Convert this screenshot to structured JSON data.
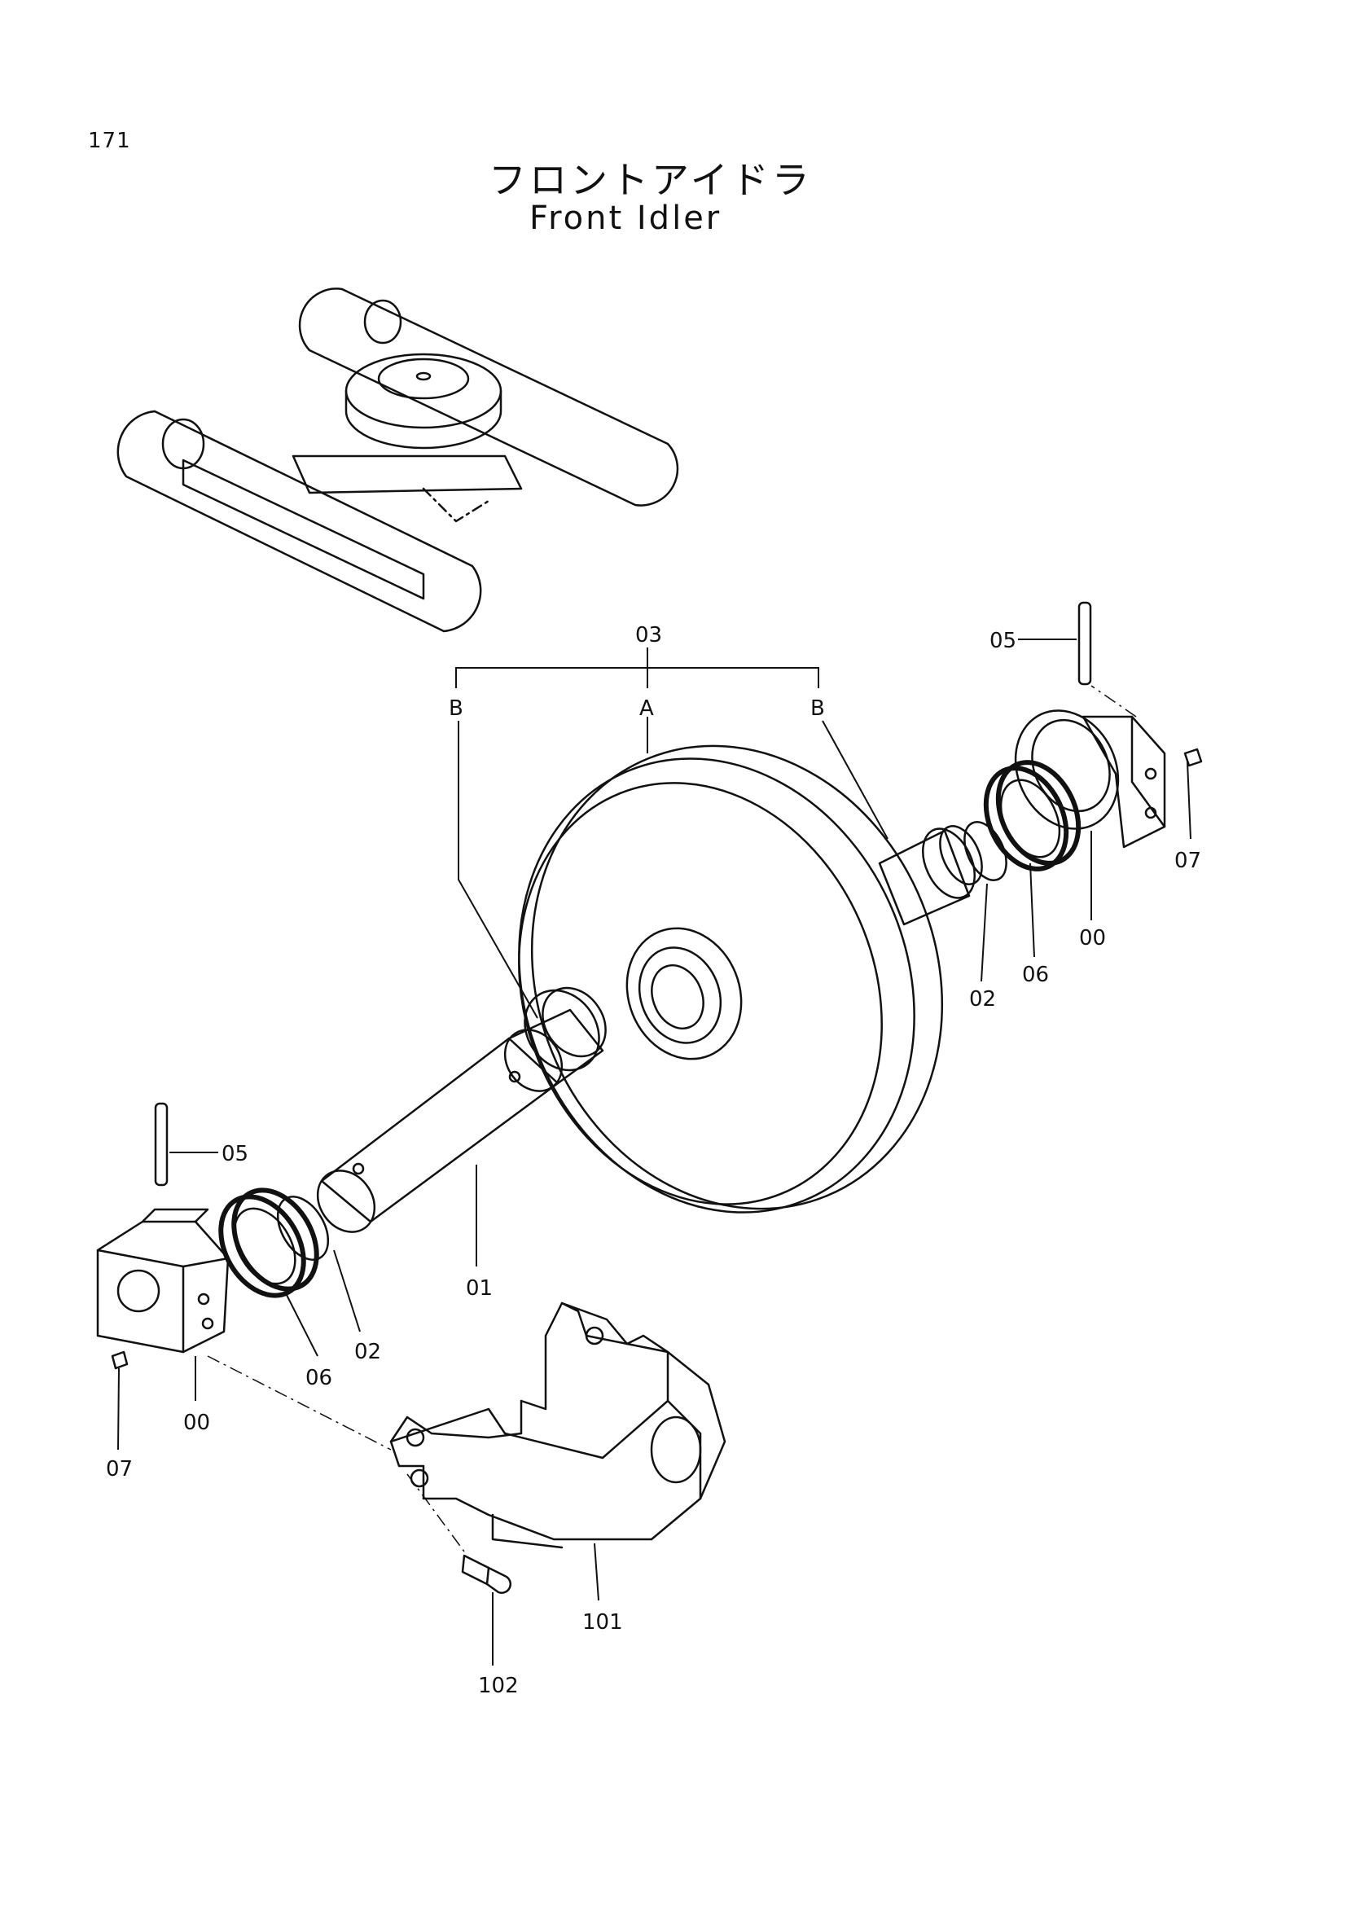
{
  "page": {
    "number": "171",
    "title_jp": "フロントアイドラ",
    "title_en": "Front Idler"
  },
  "labels": {
    "assembly": "03",
    "A": "A",
    "B": "B",
    "shaft": "01",
    "oring": "02",
    "seal": "06",
    "pin": "05",
    "bracket": "00",
    "plug": "07",
    "yoke": "101",
    "bolt": "102"
  }
}
